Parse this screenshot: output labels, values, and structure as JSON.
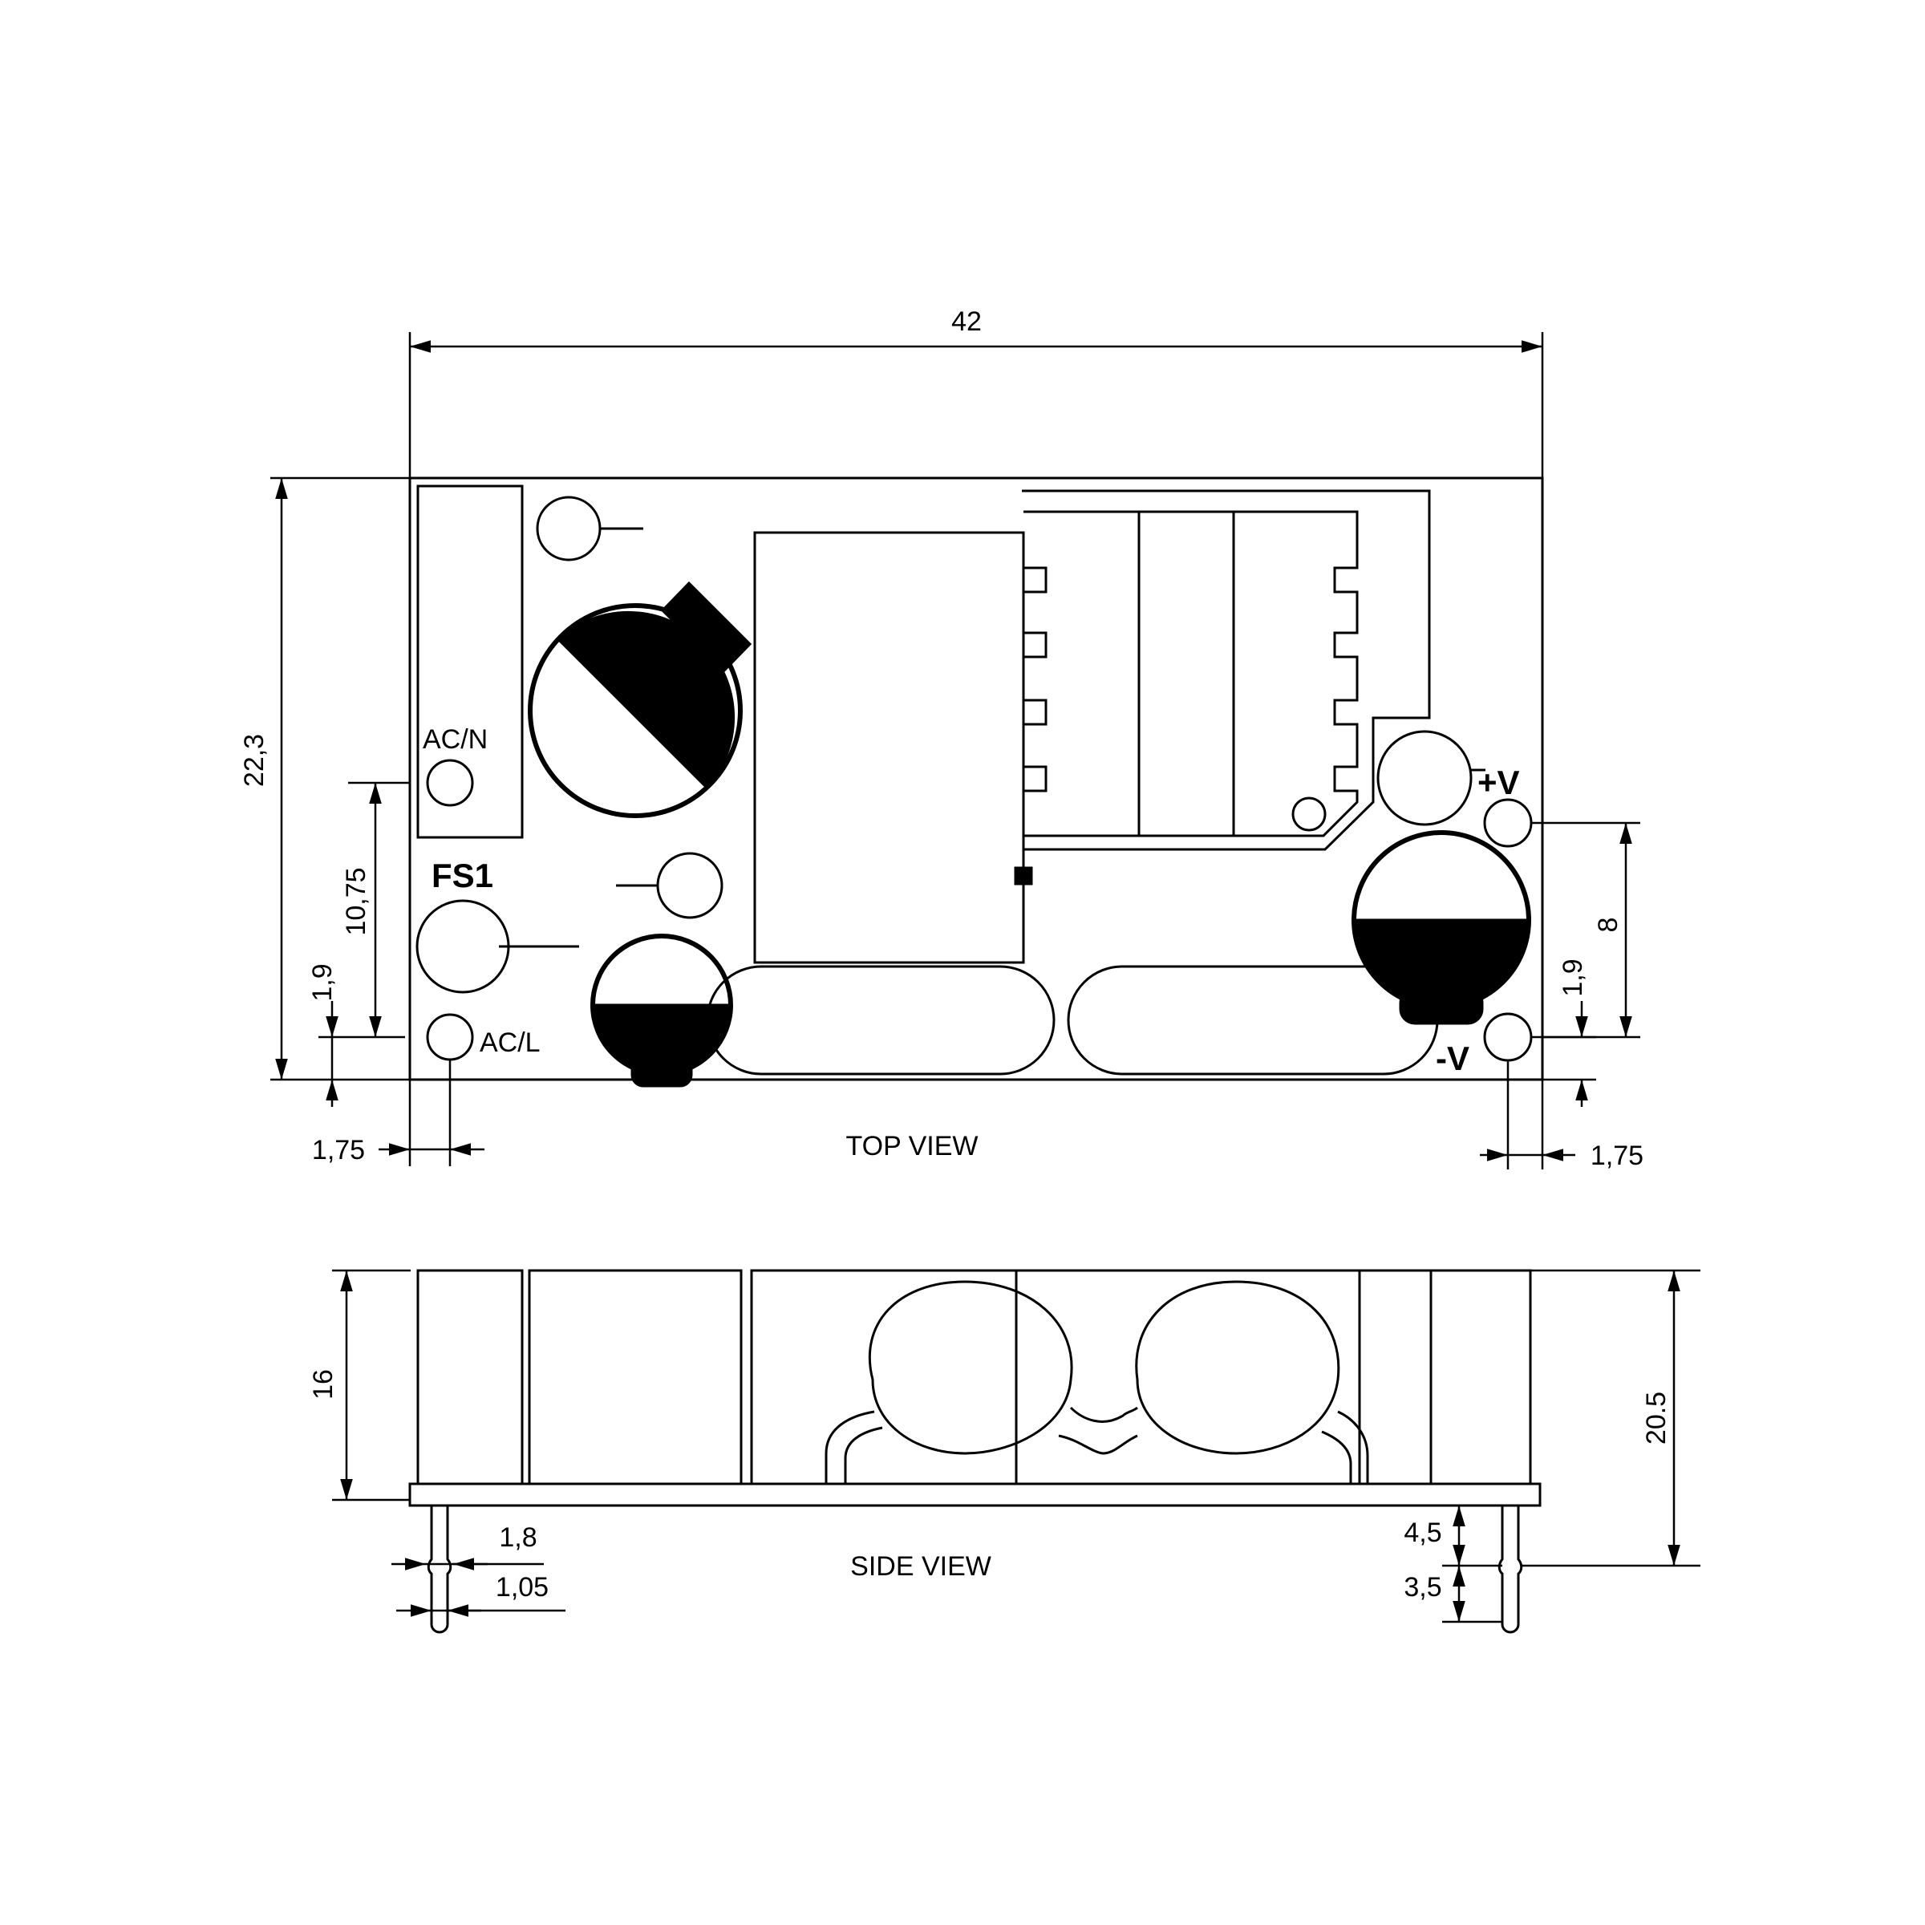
{
  "views": {
    "top": "TOP VIEW",
    "side": "SIDE VIEW"
  },
  "pins": {
    "acn": "AC/N",
    "acl": "AC/L",
    "fs1": "FS1",
    "pos": "+V",
    "neg": "-V"
  },
  "dims": {
    "width": "42",
    "height": "22,3",
    "pin_y": "10,75",
    "edge_left": "1,9",
    "edge_right": "1,9",
    "pin_x_left": "1,75",
    "pin_x_right": "1,75",
    "pin_spacing": "8",
    "body_h": "16",
    "total_h": "20.5",
    "pin_dia": "1,8",
    "pin_tip": "1,05",
    "pin_len1": "4,5",
    "pin_len2": "3,5"
  }
}
